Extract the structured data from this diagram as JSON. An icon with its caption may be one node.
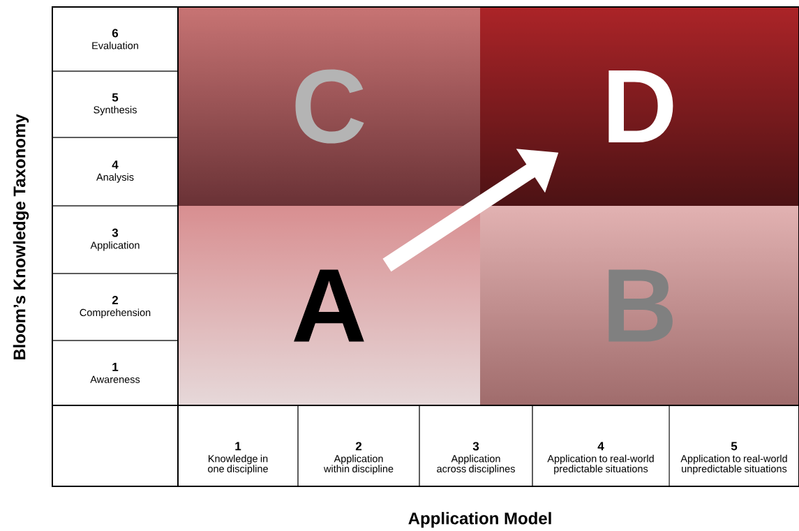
{
  "diagram": {
    "nodes": [
      {
        "text": [
          "6",
          "Evaluation"
        ]
      },
      {
        "text": [
          "5",
          "Synthesis"
        ]
      },
      {
        "text": [
          "4",
          "Analysis"
        ]
      },
      {
        "text": [
          "3",
          "Application"
        ]
      },
      {
        "text": [
          "2",
          "Comprehension"
        ]
      },
      {
        "text": [
          "1",
          "Awareness"
        ]
      },
      {
        "text": [
          "C"
        ]
      },
      {
        "text": [
          "D"
        ]
      },
      {
        "text": [
          "A"
        ]
      },
      {
        "text": [
          "B"
        ]
      },
      {
        "text": [
          "1",
          "Knowledge in one discipline"
        ]
      },
      {
        "text": [
          "2",
          "Application within discipline"
        ]
      },
      {
        "text": [
          "3",
          "Application across disciplines"
        ]
      },
      {
        "text": [
          "4",
          "Application to real-world predictable situations"
        ]
      },
      {
        "text": [
          "5",
          "Application to real-world unpredictable situations"
        ]
      }
    ],
    "edges": [
      {
        "from": 8,
        "to": 7,
        "arrow": "to"
      }
    ],
    "labels": [
      "Bloom’s Knowledge Taxonomy",
      "Application Model"
    ]
  }
}
